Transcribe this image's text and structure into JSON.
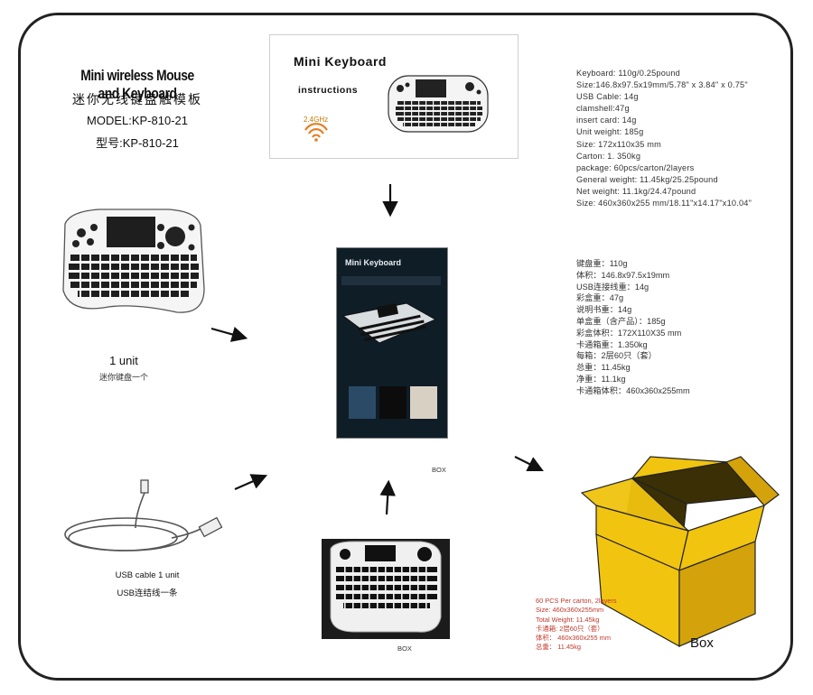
{
  "title": {
    "en": "Mini wireless Mouse and Keyboard",
    "cn": "迷你无线键盘触模板",
    "model": "MODEL:KP-810-21",
    "model_cn": "型号:KP-810-21"
  },
  "instruction_card": {
    "title": "Mini Keyboard",
    "subtitle": "instructions",
    "ghz": "2.4GHz"
  },
  "specs_en": [
    "Keyboard: 110g/0.25pound",
    "Size:146.8x97.5x19mm/5.78\" x 3.84\" x 0.75\"",
    "USB Cable: 14g",
    "clamshell:47g",
    "insert card: 14g",
    "Unit weight:  185g",
    "Size:  172x110x35 mm",
    "Carton: 1. 350kg",
    "package: 60pcs/carton/2layers",
    "General weight: 11.45kg/25.25pound",
    "Net weight: 11.1kg/24.47pound",
    "Size: 460x360x255 mm/18.11\"x14.17\"x10.04\""
  ],
  "specs_cn": [
    "键盘重：110g",
    "体积：146.8x97.5x19mm",
    "USB连接线重：14g",
    "彩盒重：47g",
    "说明书重：14g",
    "单盒重（含产品）：185g",
    "彩盒体积：172X110X35 mm",
    "卡通箱重：1.350kg",
    "每箱：2层60只（套）",
    "总重：11.45kg",
    "净重：11.1kg",
    "卡通箱体积：460x360x255mm"
  ],
  "unit_label": "1 unit",
  "unit_label_cn": "迷你键盘一个",
  "usb_label": "USB cable  1 unit",
  "usb_label_cn": "USB连结线一条",
  "retail_box_title": "Mini Keyboard",
  "box_label_retail": "BOX",
  "box_label_photo": "BOX",
  "box_label_carton": "Box",
  "carton_specs": [
    "60 PCS Per carton, 2layers",
    "Size: 460x360x255mm",
    "Total Weight: 11.45kg",
    "卡通箱: 2层60只（套）",
    "体积： 460x360x255 mm",
    "总重： 11.45kg"
  ],
  "colors": {
    "carton_light": "#f1c40f",
    "carton_mid": "#d4a20a",
    "carton_dark": "#3a2f05",
    "spec_red": "#c0392b",
    "wifi_orange": "#e67e22"
  }
}
